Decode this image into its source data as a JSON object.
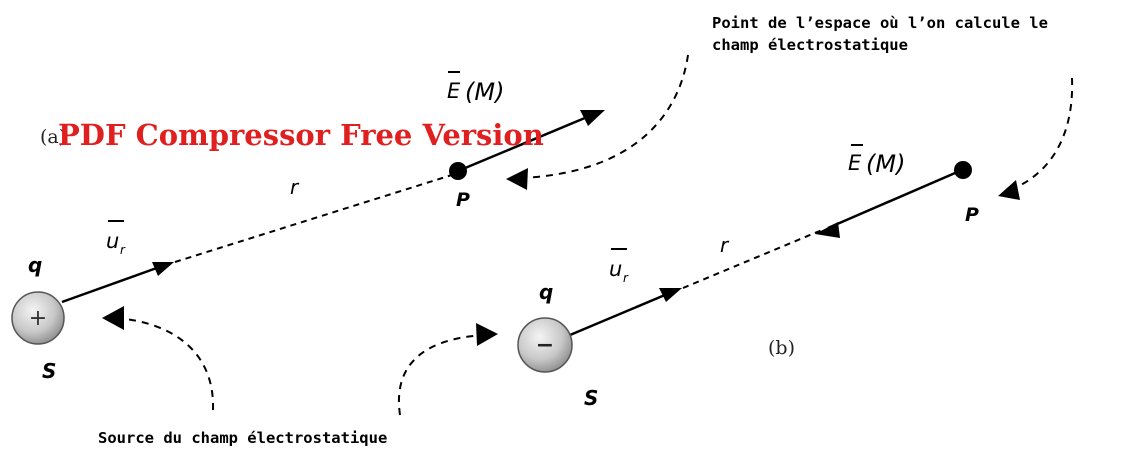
{
  "watermark": {
    "text": "PDF Compressor Free Version",
    "color": "#e02020"
  },
  "panel_a": {
    "tag": "(a)",
    "charge_label": "q",
    "charge_sign": "+",
    "source_label": "S",
    "unit_vector": "u",
    "unit_vector_sub": "r",
    "distance_label": "r",
    "point_label": "P",
    "field_label_main": "E",
    "field_label_arg": "(M)"
  },
  "panel_b": {
    "tag": "(b)",
    "charge_label": "q",
    "charge_sign": "−",
    "source_label": "S",
    "unit_vector": "u",
    "unit_vector_sub": "r",
    "distance_label": "r",
    "point_label": "P",
    "field_label_main": "E",
    "field_label_arg": "(M)"
  },
  "annotations": {
    "point_line1": "Point de l’espace où l’on calcule le",
    "point_line2": "champ électrostatique",
    "source": "Source du champ électrostatique"
  }
}
